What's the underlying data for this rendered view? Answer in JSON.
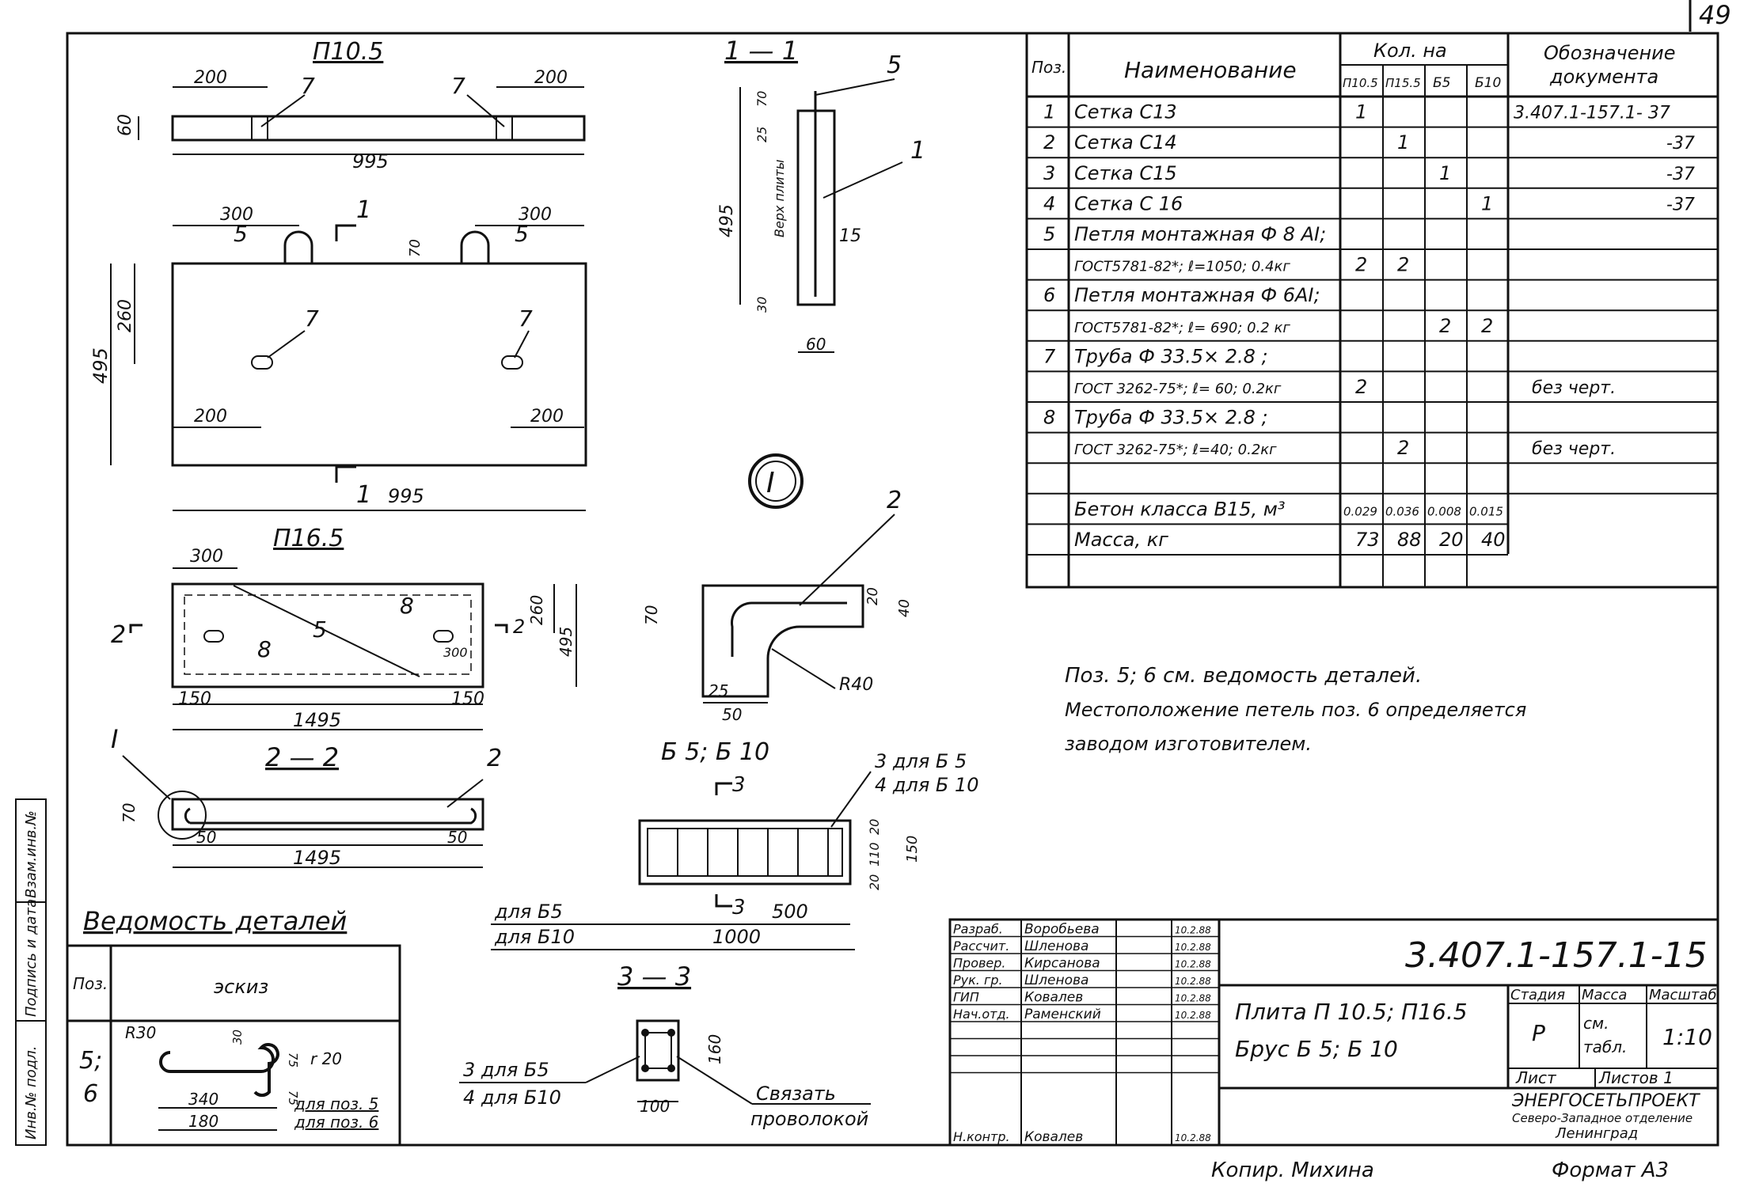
{
  "page_number": "49",
  "views": {
    "p10_title": "П10.5",
    "p10_dims": {
      "a": "200",
      "b": "200",
      "h": "60",
      "len": "995",
      "w": "495",
      "d300a": "300",
      "d300b": "300",
      "d260": "260",
      "d70": "70",
      "d200a": "200",
      "d200b": "200",
      "len2": "995"
    },
    "p16_title": "П16.5",
    "p16_dims": {
      "d300": "300",
      "d150a": "150",
      "d150b": "150",
      "len": "1495",
      "d260": "260",
      "d495": "495",
      "d300b": "300"
    },
    "sec11_title": "1 — 1",
    "sec11_dims": {
      "d70": "70",
      "d25": "25",
      "d495": "495",
      "d30": "30",
      "d60": "60",
      "d15": "15",
      "top_label": "Верх плиты"
    },
    "sec22_title": "2 — 2",
    "sec22_dims": {
      "d70": "70",
      "d50a": "50",
      "d50b": "50",
      "len": "1495"
    },
    "detail_title": "I",
    "detail_dims": {
      "d70": "70",
      "d20": "20",
      "d40": "40",
      "d25": "25",
      "d50": "50",
      "r40": "R40"
    },
    "b5_title": "Б 5;   Б 10",
    "b5_labels": {
      "note1": "3 для Б 5",
      "note2": "4 для Б 10",
      "d20a": "20",
      "d110": "110",
      "d20b": "20",
      "d150": "150",
      "d500": "500",
      "d1000": "1000",
      "for_b5": "для  Б5",
      "for_b10": "для  Б10"
    },
    "sec33_title": "3 — 3",
    "sec33_labels": {
      "note1": "3  для  Б5",
      "note2": "4  для  Б10",
      "d100": "100",
      "d160": "160",
      "tie1": "Связать",
      "tie2": "проволокой"
    },
    "marks": {
      "m1": "1",
      "m2": "2",
      "m3": "3",
      "m5": "5",
      "m7": "7",
      "m8": "8"
    }
  },
  "spec_table": {
    "headers": {
      "pos": "Поз.",
      "name": "Наименование",
      "qty_group": "Кол. на",
      "designation": "Обозначение документа"
    },
    "qty_cols": [
      "П10.5",
      "П15.5",
      "Б5",
      "Б10"
    ],
    "rows": [
      {
        "pos": "1",
        "name": "Сетка    С13",
        "q": [
          "1",
          "",
          "",
          ""
        ],
        "doc": "3.407.1-157.1- 37"
      },
      {
        "pos": "2",
        "name": "Сетка    С14",
        "q": [
          "",
          "1",
          "",
          ""
        ],
        "doc": "-37"
      },
      {
        "pos": "3",
        "name": "Сетка    С15",
        "q": [
          "",
          "",
          "1",
          ""
        ],
        "doc": "-37"
      },
      {
        "pos": "4",
        "name": "Сетка    С 16",
        "q": [
          "",
          "",
          "",
          "1"
        ],
        "doc": "-37"
      },
      {
        "pos": "5",
        "name": "Петля монтажная Ф 8 АI;",
        "q": [
          "",
          "",
          "",
          ""
        ],
        "doc": ""
      },
      {
        "pos": "",
        "name": "ГОСТ5781-82*; ℓ=1050; 0.4кг",
        "q": [
          "2",
          "2",
          "",
          ""
        ],
        "doc": ""
      },
      {
        "pos": "6",
        "name": "Петля монтажная Ф 6АI;",
        "q": [
          "",
          "",
          "",
          ""
        ],
        "doc": ""
      },
      {
        "pos": "",
        "name": "ГОСТ5781-82*; ℓ= 690; 0.2 кг",
        "q": [
          "",
          "",
          "2",
          "2"
        ],
        "doc": ""
      },
      {
        "pos": "7",
        "name": "Труба Ф 33.5× 2.8 ;",
        "q": [
          "",
          "",
          "",
          ""
        ],
        "doc": ""
      },
      {
        "pos": "",
        "name": "ГОСТ 3262-75*; ℓ= 60; 0.2кг",
        "q": [
          "2",
          "",
          "",
          ""
        ],
        "doc": "без  черт."
      },
      {
        "pos": "8",
        "name": "Труба Ф 33.5× 2.8 ;",
        "q": [
          "",
          "",
          "",
          ""
        ],
        "doc": ""
      },
      {
        "pos": "",
        "name": "ГОСТ 3262-75*; ℓ=40; 0.2кг",
        "q": [
          "",
          "2",
          "",
          ""
        ],
        "doc": "без  черт."
      },
      {
        "pos": "",
        "name": "",
        "q": [
          "",
          "",
          "",
          ""
        ],
        "doc": ""
      },
      {
        "pos": "",
        "name": "Бетон класса В15, м³",
        "q": [
          "0.029",
          "0.036",
          "0.008",
          "0.015"
        ],
        "doc": ""
      },
      {
        "pos": "",
        "name": "Масса,  кг",
        "q": [
          "73",
          "88",
          "20",
          "40"
        ],
        "doc": ""
      }
    ]
  },
  "notes": [
    "Поз. 5;  6 см. ведомость деталей.",
    "Местоположение петель поз. 6 определяется",
    "заводом   изготовителем."
  ],
  "details_list": {
    "title": "Ведомость деталей",
    "headers": {
      "pos": "Поз.",
      "sketch": "эскиз"
    },
    "pos_values": [
      "5;",
      "6"
    ],
    "labels": {
      "r30": "R30",
      "d30": "30",
      "d75a": "75",
      "d75b": "75",
      "r20": "r 20",
      "d340": "340",
      "d180": "180",
      "for5": "для поз. 5",
      "for6": "для поз. 6"
    }
  },
  "side_stamp": [
    "Инв.№ подл.",
    "Подпись и дата",
    "Взам.инв.№"
  ],
  "title_block": {
    "roles": [
      "Разраб.",
      "Рассчит.",
      "Провер.",
      "Рук. гр.",
      "ГИП",
      "Нач.отд.",
      "",
      "",
      "",
      "Н.контр."
    ],
    "names": [
      "Воробьева",
      "Шленова",
      "Кирсанова",
      "Шленова",
      "Ковалев",
      "Раменский",
      "",
      "",
      "",
      "Ковалев"
    ],
    "dates": [
      "10.2.88",
      "10.2.88",
      "10.2.88",
      "10.2.88",
      "10.2.88",
      "10.2.88",
      "",
      "",
      "",
      "10.2.88"
    ],
    "code": "3.407.1-157.1-15",
    "product_line1": "Плита  П 10.5;   П16.5",
    "product_line2": "Брус  Б 5;    Б 10",
    "stage_label": "Стадия",
    "stage": "Р",
    "mass_label": "Масса",
    "mass": "см. табл.",
    "scale_label": "Масштаб",
    "scale": "1:10",
    "sheet_label": "Лист",
    "sheets_label": "Листов  1",
    "org1": "ЭНЕРГОСЕТЬПРОЕКТ",
    "org2": "Северо-Западное отделение",
    "org3": "Ленинград"
  },
  "footer": {
    "copied": "Копир. Михина",
    "format": "Формат  А3"
  }
}
